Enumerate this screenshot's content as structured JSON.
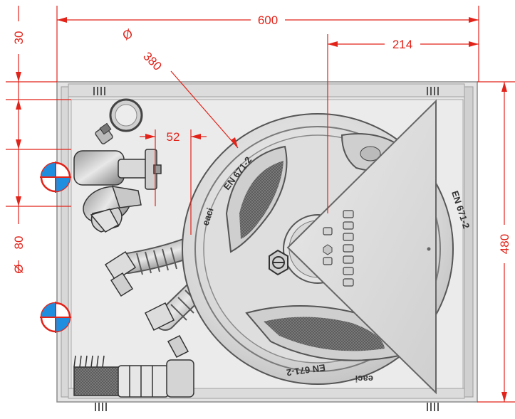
{
  "dimensions": {
    "width": "600",
    "offset_right": "214",
    "top_margin": "30",
    "diameter_symbol": "Ø",
    "reel_diameter": "380",
    "gap": "52",
    "inlet_spacing": "80",
    "height": "480"
  },
  "markings": {
    "brand": "eaci",
    "standard": "EN 671-2"
  },
  "colors": {
    "dimension": "#e2231a",
    "inlet_blue": "#1f8ede",
    "cabinet": "#e4e4e4"
  }
}
